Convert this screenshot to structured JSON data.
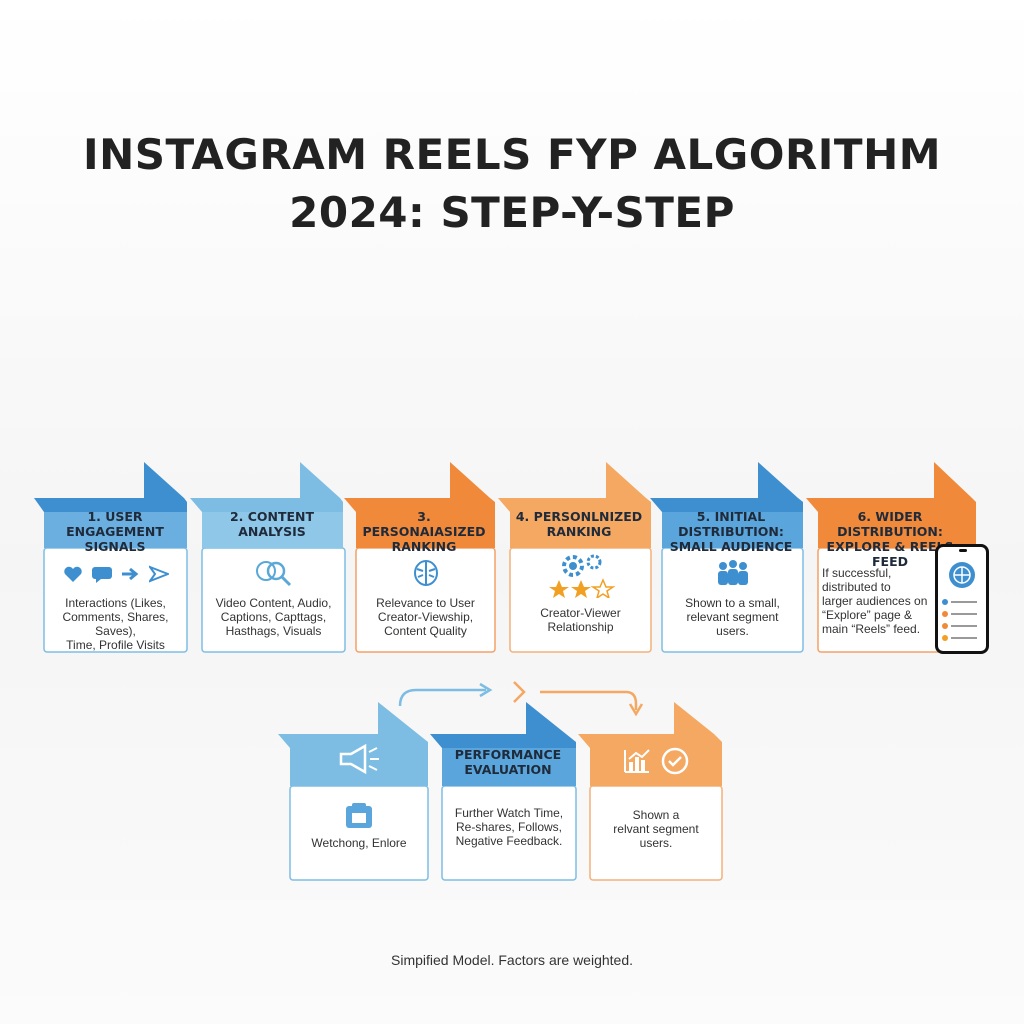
{
  "title": {
    "line1": "INSTAGRAM REELS FYP ALGORITHM",
    "line2": "2024: STEP-Y-STEP"
  },
  "colors": {
    "blue": "#3e8fd0",
    "light_blue": "#7dbde3",
    "orange": "#f08a3a",
    "light_orange": "#f4a862",
    "text": "#222222"
  },
  "steps": [
    {
      "head": [
        "1. USER ENGAGEMENT",
        "SIGNALS"
      ],
      "body": [
        "Interactions (Likes,",
        "Comments, Shares, Saves),",
        "Time, Profile Visits"
      ],
      "icons": [
        "heart-icon",
        "comment-icon",
        "share-arrow-icon",
        "send-icon"
      ]
    },
    {
      "head": [
        "2. CONTENT",
        "ANALYSIS"
      ],
      "body": [
        "Video Content, Audio,",
        "Captions, Capttags,",
        "Hasthags, Visuals"
      ],
      "icons": [
        "magnifier-icon"
      ]
    },
    {
      "head": [
        "3. PERSONAIASIZED",
        "RANKING"
      ],
      "body": [
        "Relevance to User",
        "Creator-Viewship,",
        "Content Quality"
      ],
      "icons": [
        "brain-icon"
      ]
    },
    {
      "head": [
        "4. PERSONLNIZED",
        "RANKING"
      ],
      "body": [
        "Creator-Viewer",
        "Relationship"
      ],
      "icons": [
        "gears-stars-icon"
      ]
    },
    {
      "head": [
        "5. INITIAL DISTRIBUTION:",
        "SMALL AUDIENCE"
      ],
      "body": [
        "Shown to a small,",
        "relevant segment",
        "users."
      ],
      "icons": [
        "people-icon"
      ]
    },
    {
      "head": [
        "6. WIDER DISTRIBUTION:",
        "EXPLORE & REELS FEED"
      ],
      "body": [
        "If successful,",
        "distributed to",
        "larger audiences on",
        "“Explore” page &",
        "main “Reels” feed."
      ],
      "icons": [
        "globe-phone-icon"
      ]
    }
  ],
  "bottom": [
    {
      "head": [],
      "body": [
        "Wetchong, Enlore"
      ],
      "icons": [
        "megaphone-icon",
        "photo-icon"
      ]
    },
    {
      "head": [
        "PERFORMANCE",
        "EVALUATION"
      ],
      "body": [
        "Further Watch Time,",
        "Re-shares, Follows,",
        "Negative Feedback."
      ],
      "icons": []
    },
    {
      "head": [],
      "body": [
        "Shown a",
        "relvant segment",
        "users."
      ],
      "icons": [
        "bar-chart-icon",
        "check-circle-icon"
      ]
    }
  ],
  "footer": "Simpified Model. Factors are weighted."
}
